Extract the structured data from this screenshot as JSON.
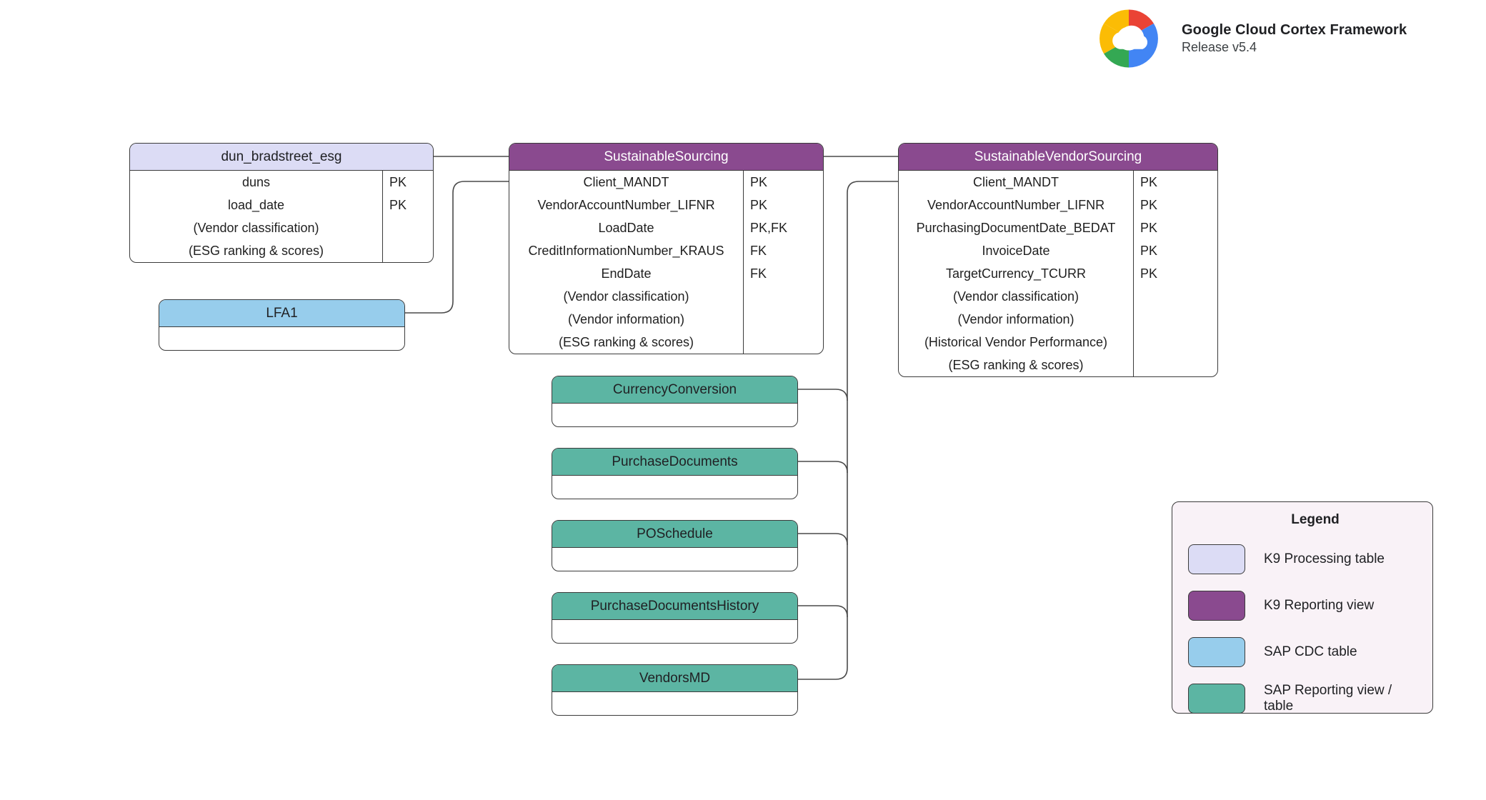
{
  "brand": {
    "logo_icon": "google-cloud-logo",
    "title": "Google Cloud Cortex Framework",
    "release": "Release v5.4"
  },
  "entities": [
    {
      "name": "dun_bradstreet_esg",
      "kind": "k9-processing-table",
      "fields": [
        {
          "label": "duns",
          "key": "PK"
        },
        {
          "label": "load_date",
          "key": "PK"
        },
        {
          "label": "(Vendor classification)",
          "key": ""
        },
        {
          "label": "(ESG ranking & scores)",
          "key": ""
        }
      ]
    },
    {
      "name": "LFA1",
      "kind": "sap-cdc-table",
      "fields": []
    },
    {
      "name": "SustainableSourcing",
      "kind": "k9-reporting-view",
      "fields": [
        {
          "label": "Client_MANDT",
          "key": "PK"
        },
        {
          "label": "VendorAccountNumber_LIFNR",
          "key": "PK"
        },
        {
          "label": "LoadDate",
          "key": "PK,FK"
        },
        {
          "label": "CreditInformationNumber_KRAUS",
          "key": "FK"
        },
        {
          "label": "EndDate",
          "key": "FK"
        },
        {
          "label": "(Vendor classification)",
          "key": ""
        },
        {
          "label": "(Vendor information)",
          "key": ""
        },
        {
          "label": "(ESG ranking & scores)",
          "key": ""
        }
      ]
    },
    {
      "name": "SustainableVendorSourcing",
      "kind": "k9-reporting-view",
      "fields": [
        {
          "label": "Client_MANDT",
          "key": "PK"
        },
        {
          "label": "VendorAccountNumber_LIFNR",
          "key": "PK"
        },
        {
          "label": "PurchasingDocumentDate_BEDAT",
          "key": "PK"
        },
        {
          "label": "InvoiceDate",
          "key": "PK"
        },
        {
          "label": "TargetCurrency_TCURR",
          "key": "PK"
        },
        {
          "label": "(Vendor classification)",
          "key": ""
        },
        {
          "label": "(Vendor information)",
          "key": ""
        },
        {
          "label": "(Historical Vendor Performance)",
          "key": ""
        },
        {
          "label": "(ESG ranking & scores)",
          "key": ""
        }
      ]
    },
    {
      "name": "CurrencyConversion",
      "kind": "sap-reporting-view",
      "fields": []
    },
    {
      "name": "PurchaseDocuments",
      "kind": "sap-reporting-view",
      "fields": []
    },
    {
      "name": "POSchedule",
      "kind": "sap-reporting-view",
      "fields": []
    },
    {
      "name": "PurchaseDocumentsHistory",
      "kind": "sap-reporting-view",
      "fields": []
    },
    {
      "name": "VendorsMD",
      "kind": "sap-reporting-view",
      "fields": []
    }
  ],
  "legend": {
    "title": "Legend",
    "items": [
      {
        "label": "K9 Processing table",
        "color": "#dcdcf5"
      },
      {
        "label": "K9 Reporting view",
        "color": "#8a4a8f"
      },
      {
        "label": "SAP CDC table",
        "color": "#97cdec"
      },
      {
        "label": "SAP Reporting view / table",
        "color": "#5cb5a3"
      }
    ]
  },
  "palette": {
    "k9_processing": "#dcdcf5",
    "k9_reporting": "#8a4a8f",
    "sap_cdc": "#97cdec",
    "sap_reporting": "#5cb5a3",
    "outline": "#3b3b3b",
    "legend_bg": "#f9f2f7"
  }
}
